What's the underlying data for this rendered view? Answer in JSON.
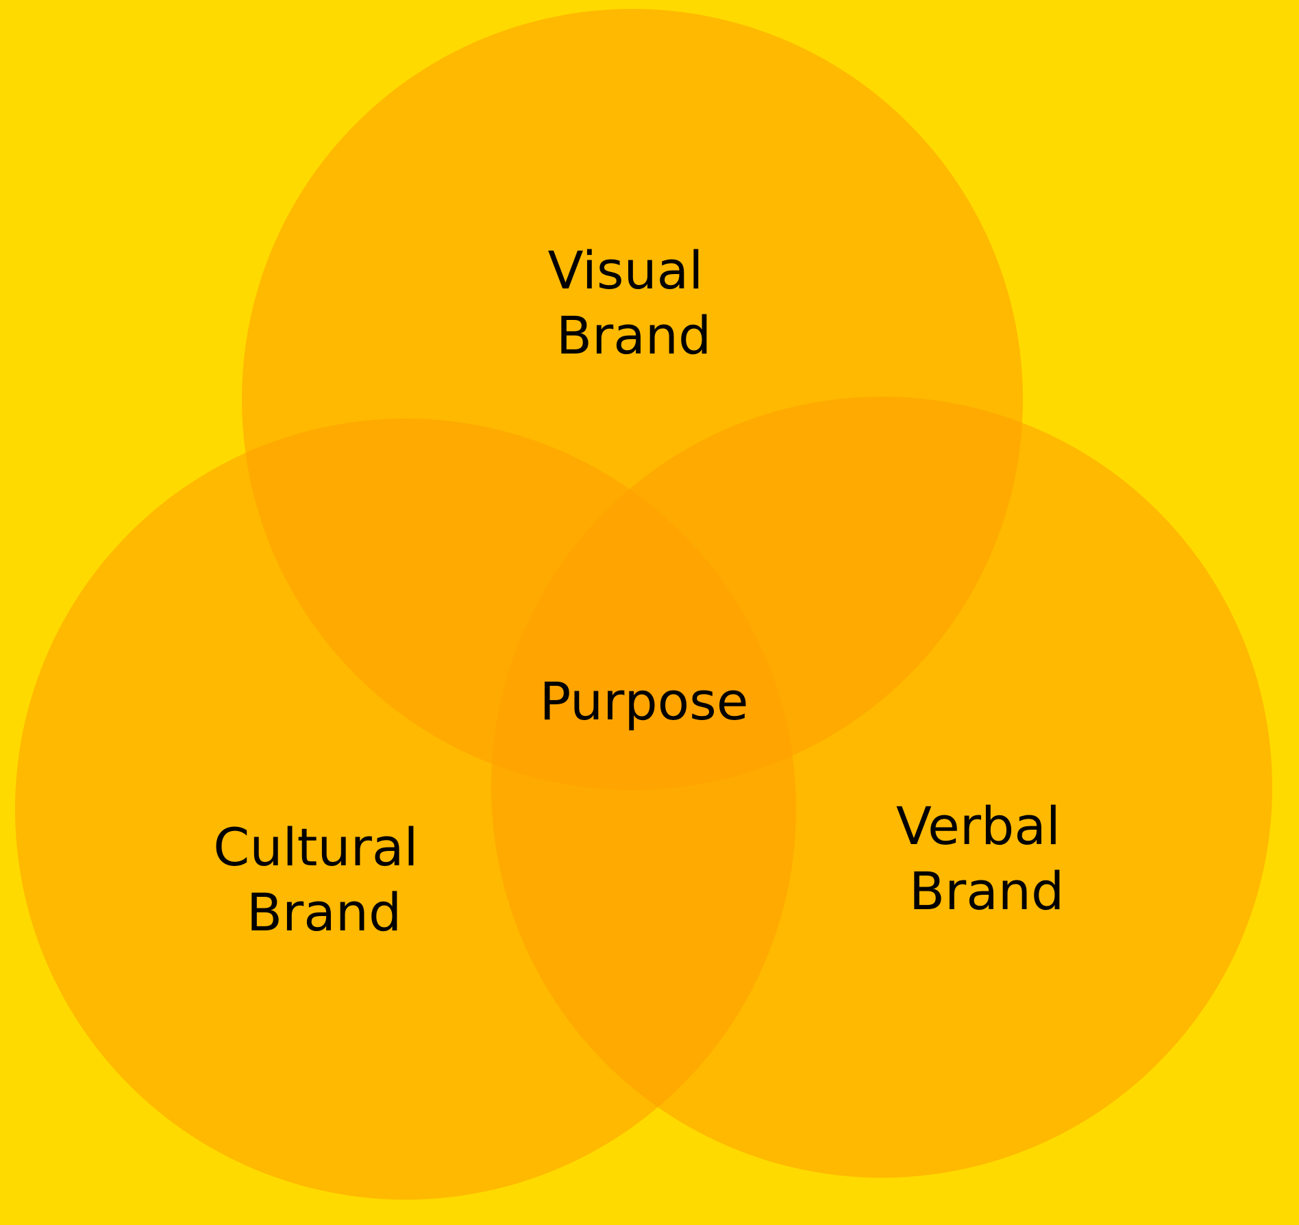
{
  "diagram": {
    "type": "venn",
    "colors": {
      "background": "#FFDA00",
      "circle_fill": "#FF9E00",
      "overlap_pair": "#FF9A00",
      "overlap_center": "#FF8200",
      "text": "#000000"
    },
    "sets": [
      {
        "id": "visual",
        "lines": [
          "Visual",
          "Brand"
        ]
      },
      {
        "id": "cultural",
        "lines": [
          "Cultural",
          "Brand"
        ]
      },
      {
        "id": "verbal",
        "lines": [
          "Verbal",
          "Brand"
        ]
      }
    ],
    "center_label": "Purpose"
  }
}
